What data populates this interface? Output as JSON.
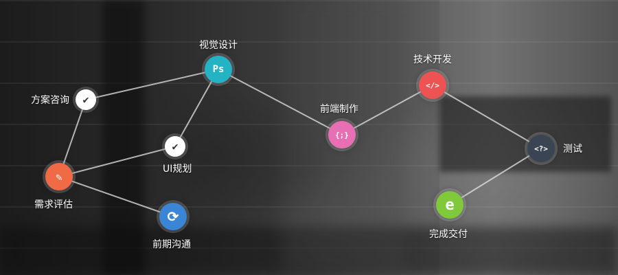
{
  "diagram": {
    "nodes": [
      {
        "id": "fangan",
        "label": "方案咨询",
        "icon": "check-icon",
        "glyph": "✔",
        "color": "#ffffff",
        "glyph_color": "#333333"
      },
      {
        "id": "xuqiu",
        "label": "需求评估",
        "icon": "monitor-edit-icon",
        "glyph": "✎",
        "color": "#f06a45",
        "glyph_color": "#ffffff"
      },
      {
        "id": "goutong",
        "label": "前期沟通",
        "icon": "refresh-icon",
        "glyph": "⟳",
        "color": "#3a85d6",
        "glyph_color": "#ffffff"
      },
      {
        "id": "shijue",
        "label": "视觉设计",
        "icon": "photoshop-icon",
        "glyph": "Ps",
        "color": "#23b3c4",
        "glyph_color": "#ffffff"
      },
      {
        "id": "ui",
        "label": "UI规划",
        "icon": "check-icon",
        "glyph": "✔",
        "color": "#ffffff",
        "glyph_color": "#333333"
      },
      {
        "id": "qianduan",
        "label": "前端制作",
        "icon": "code-file-icon",
        "glyph": "{;}",
        "color": "#e96fb5",
        "glyph_color": "#ffffff"
      },
      {
        "id": "kaifa",
        "label": "技术开发",
        "icon": "code-window-icon",
        "glyph": "</>",
        "color": "#ee5353",
        "glyph_color": "#ffffff"
      },
      {
        "id": "ceshi",
        "label": "测试",
        "icon": "test-window-icon",
        "glyph": "<?>",
        "color": "#3a4452",
        "glyph_color": "#ffffff"
      },
      {
        "id": "wancheng",
        "label": "完成交付",
        "icon": "letter-e-icon",
        "glyph": "e",
        "color": "#7fc93a",
        "glyph_color": "#ffffff"
      }
    ],
    "edges": [
      [
        "fangan",
        "xuqiu"
      ],
      [
        "fangan",
        "shijue"
      ],
      [
        "xuqiu",
        "ui"
      ],
      [
        "xuqiu",
        "goutong"
      ],
      [
        "ui",
        "shijue"
      ],
      [
        "shijue",
        "qianduan"
      ],
      [
        "qianduan",
        "kaifa"
      ],
      [
        "kaifa",
        "ceshi"
      ],
      [
        "ceshi",
        "wancheng"
      ]
    ]
  }
}
